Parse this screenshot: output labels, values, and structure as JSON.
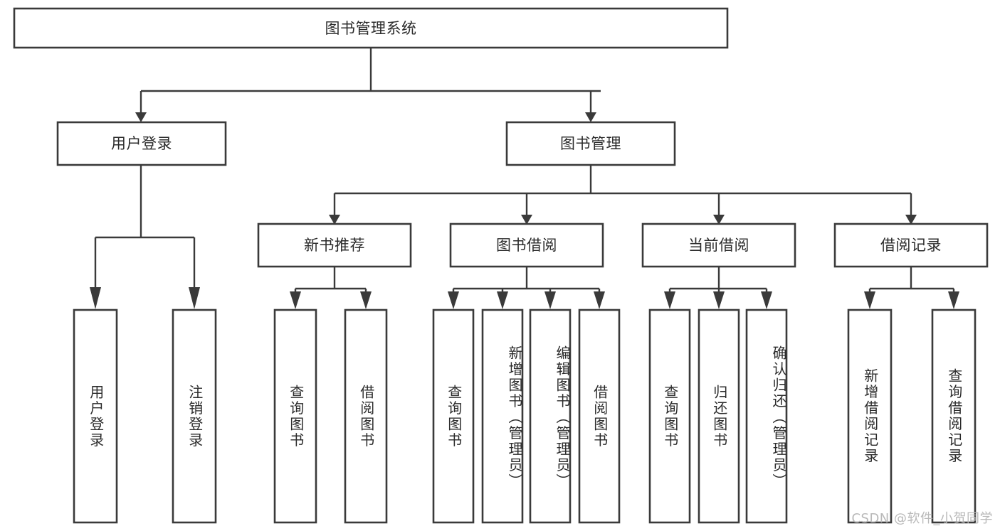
{
  "diagram": {
    "type": "tree-hierarchy",
    "title": "图书管理系统",
    "watermark": "CSDN @软件_小贺同学",
    "colors": {
      "stroke": "#3a3a3a",
      "box_fill": "#ffffff",
      "text": "#2b2b2b",
      "background": "#ffffff",
      "watermark": "#b9b9b9"
    },
    "root": {
      "id": "root",
      "label": "图书管理系统",
      "orientation": "horizontal"
    },
    "level2": [
      {
        "id": "user-login",
        "label": "用户登录",
        "orientation": "horizontal"
      },
      {
        "id": "book-management",
        "label": "图书管理",
        "orientation": "horizontal"
      }
    ],
    "level3": [
      {
        "id": "new-book-recommend",
        "label": "新书推荐",
        "orientation": "horizontal",
        "parent": "book-management"
      },
      {
        "id": "book-borrow",
        "label": "图书借阅",
        "orientation": "horizontal",
        "parent": "book-management"
      },
      {
        "id": "current-borrow",
        "label": "当前借阅",
        "orientation": "horizontal",
        "parent": "book-management"
      },
      {
        "id": "borrow-record",
        "label": "借阅记录",
        "orientation": "horizontal",
        "parent": "book-management"
      }
    ],
    "leaves": [
      {
        "id": "leaf-user-login",
        "label": "用户登录",
        "orientation": "vertical",
        "parent": "user-login"
      },
      {
        "id": "leaf-logout-login",
        "label": "注销登录",
        "orientation": "vertical",
        "parent": "user-login"
      },
      {
        "id": "leaf-query-book-1",
        "label": "查询图书",
        "orientation": "vertical",
        "parent": "new-book-recommend"
      },
      {
        "id": "leaf-borrow-book-1",
        "label": "借阅图书",
        "orientation": "vertical",
        "parent": "new-book-recommend"
      },
      {
        "id": "leaf-query-book-2",
        "label": "查询图书",
        "orientation": "vertical",
        "parent": "book-borrow"
      },
      {
        "id": "leaf-add-book",
        "label": "新增图书（管理员）",
        "orientation": "vertical",
        "parent": "book-borrow"
      },
      {
        "id": "leaf-edit-book",
        "label": "编辑图书（管理员）",
        "orientation": "vertical",
        "parent": "book-borrow"
      },
      {
        "id": "leaf-borrow-book-2",
        "label": "借阅图书",
        "orientation": "vertical",
        "parent": "book-borrow"
      },
      {
        "id": "leaf-query-book-3",
        "label": "查询图书",
        "orientation": "vertical",
        "parent": "current-borrow"
      },
      {
        "id": "leaf-return-book",
        "label": "归还图书",
        "orientation": "vertical",
        "parent": "current-borrow"
      },
      {
        "id": "leaf-confirm-return",
        "label": "确认归还（管理员）",
        "orientation": "vertical",
        "parent": "current-borrow"
      },
      {
        "id": "leaf-add-record",
        "label": "新增借阅记录",
        "orientation": "vertical",
        "parent": "borrow-record"
      },
      {
        "id": "leaf-query-record",
        "label": "查询借阅记录",
        "orientation": "vertical",
        "parent": "borrow-record"
      }
    ]
  }
}
